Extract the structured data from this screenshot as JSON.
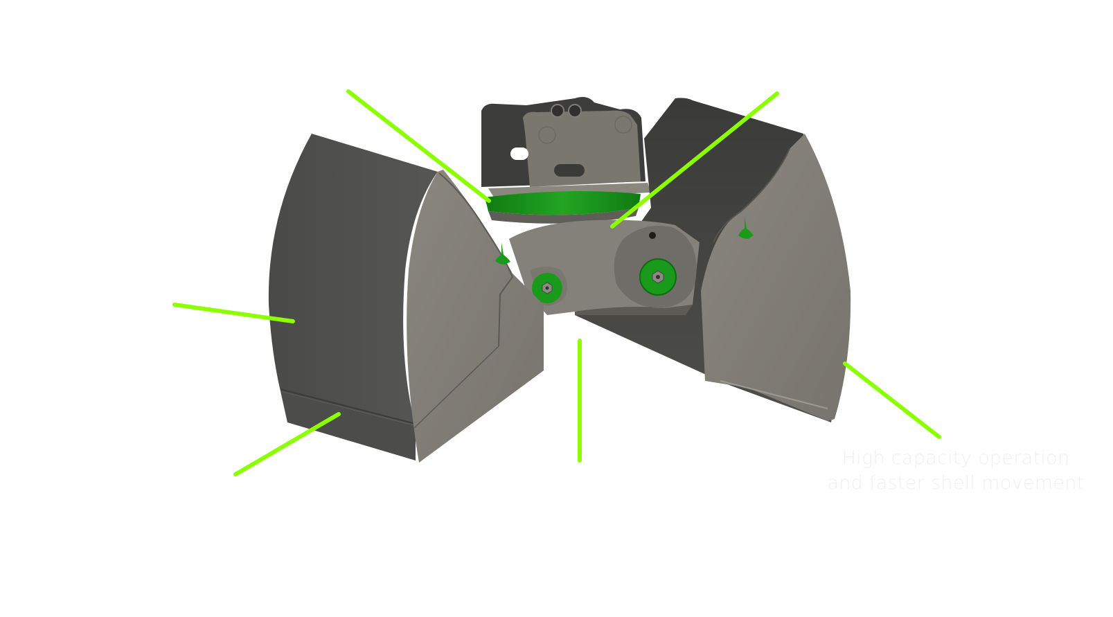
{
  "illustration": {
    "subject": "clamshell grab bucket",
    "colors": {
      "background": "#ffffff",
      "callout_line": "#8cff00",
      "accent_green": "#1a9a1a",
      "shell_light": "#7e7b74",
      "shell_dark": "#4f4f4d",
      "frame_dark": "#3c3c3a"
    },
    "icons": [
      "bird-logo-left",
      "bird-logo-right"
    ]
  },
  "callouts": [
    {
      "id": "top-left",
      "target": "rotator-ring"
    },
    {
      "id": "top-right",
      "target": "center-arm"
    },
    {
      "id": "left",
      "target": "left-shell-back"
    },
    {
      "id": "bottom-left",
      "target": "left-shell-edge"
    },
    {
      "id": "bottom-center",
      "target": "shell-gap"
    },
    {
      "id": "bottom-right",
      "target": "right-shell-edge"
    }
  ],
  "caption": {
    "line1": "High capacity operation",
    "line2": "and faster shell movement"
  }
}
